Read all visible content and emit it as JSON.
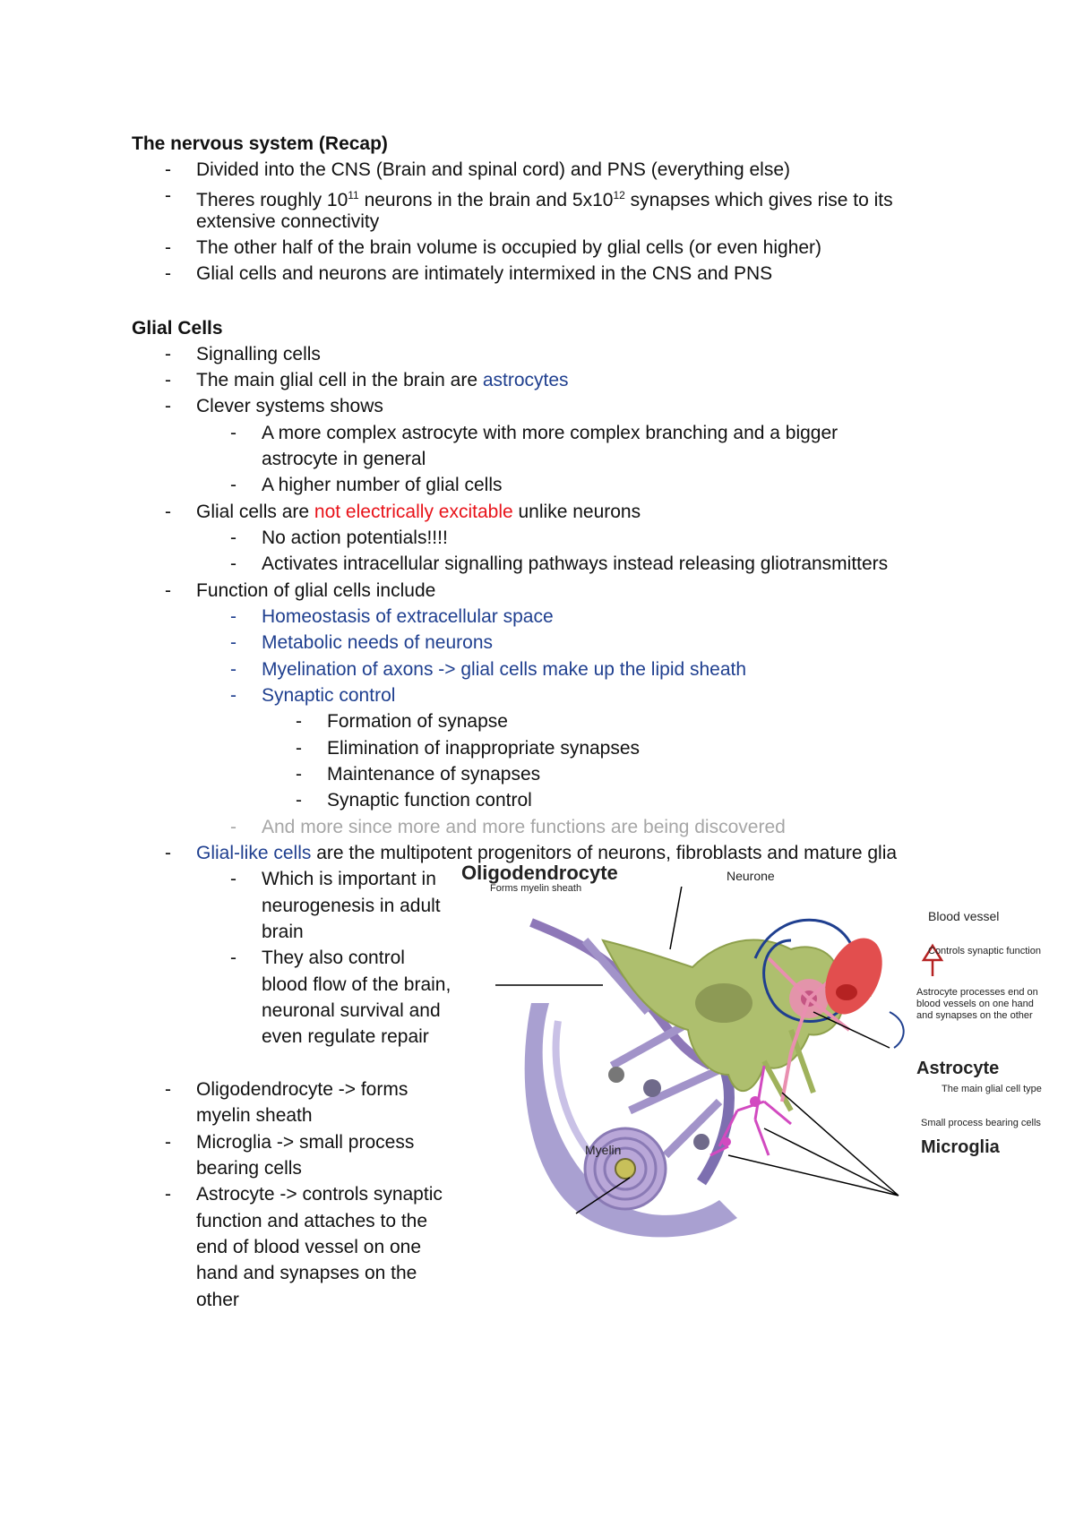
{
  "section1": {
    "heading": "The nervous system (Recap)",
    "b1": "Divided into the CNS (Brain and spinal cord) and PNS (everything else)",
    "b2_part1": "Theres roughly 10",
    "b2_sup1": "11",
    "b2_part2": " neurons in the brain and 5x10",
    "b2_sup2": "12",
    "b2_part3": " synapses which gives rise to its",
    "b2_cont": "extensive connectivity",
    "b3": "The other half of the brain volume is occupied by glial cells (or even higher)",
    "b4": "Glial cells and neurons are intimately intermixed in the CNS and PNS"
  },
  "section2": {
    "heading": "Glial Cells",
    "b1": "Signalling cells",
    "b2_part1": "The main glial cell in the brain are ",
    "b2_highlight": "astrocytes",
    "b3": "Clever systems shows",
    "b3_sub1": "A more complex astrocyte with more complex branching and a bigger",
    "b3_sub1_cont": "astrocyte in general",
    "b3_sub2": "A higher number of glial cells",
    "b4_part1": "Glial cells are ",
    "b4_highlight": "not electrically excitable",
    "b4_part2": " unlike neurons",
    "b4_sub1": "No action potentials!!!!",
    "b4_sub2": "Activates intracellular signalling pathways instead releasing gliotransmitters",
    "b5": "Function of glial cells include",
    "b5_sub1": "Homeostasis of extracellular space",
    "b5_sub2": "Metabolic needs of neurons",
    "b5_sub3": "Myelination of axons -> glial cells make up the lipid sheath",
    "b5_sub4": "Synaptic control",
    "b5_sub4_items": [
      "Formation of synapse",
      "Elimination of inappropriate synapses",
      "Maintenance of synapses",
      "Synaptic function control"
    ],
    "b5_sub5": "And more since more and more functions are being discovered",
    "b6_highlight": "Glial-like cells",
    "b6_part2": " are the multipotent progenitors of neurons, fibroblasts and mature glia",
    "b6_sub1_lines": [
      "Which is important in",
      "neurogenesis in adult",
      "brain"
    ],
    "b6_sub2_lines": [
      "They also control",
      "blood flow of the brain,",
      "neuronal survival and",
      "even regulate repair"
    ],
    "b7_lines": [
      "Oligodendrocyte -> forms",
      "myelin sheath"
    ],
    "b8_lines": [
      "Microglia -> small process",
      "bearing cells"
    ],
    "b9_lines": [
      "Astrocyte -> controls synaptic",
      "function and attaches to the",
      "end of blood vessel on one",
      "hand and synapses on the",
      "other"
    ]
  },
  "figure": {
    "oligodendrocyte": "Oligodendrocyte",
    "forms_myelin": "Forms myelin sheath",
    "neurone": "Neurone",
    "blood_vessel": "Blood vessel",
    "controls_synaptic": "Controls synaptic function",
    "astro_processes_lines": [
      "Astrocyte processes end on",
      "blood vessels on one hand",
      "and synapses on the other"
    ],
    "astrocyte": "Astrocyte",
    "main_glial": "The main glial cell type",
    "small_process": "Small process bearing cells",
    "microglia": "Microglia",
    "myelin": "Myelin"
  },
  "colors": {
    "blue_text": "#1f3f8f",
    "red_text": "#e8131a",
    "gray_text": "#a6a6a6"
  }
}
